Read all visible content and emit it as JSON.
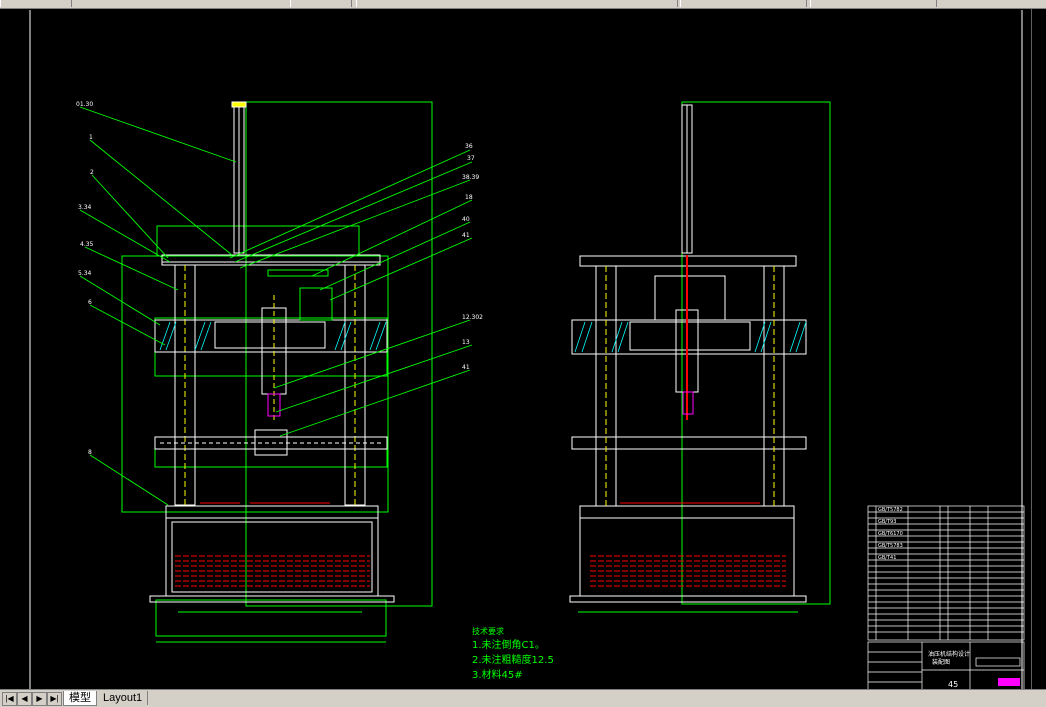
{
  "layout_tabs": {
    "model_label": "模型",
    "layout1_label": "Layout1"
  },
  "nav_buttons": [
    "first-arrow-icon",
    "prev-arrow-icon",
    "next-arrow-icon",
    "last-arrow-icon"
  ],
  "colors": {
    "background": "#000000",
    "green": "#00ff00",
    "white": "#ffffff",
    "cyan": "#00ffff",
    "red": "#ff0000",
    "magenta": "#ff00ff",
    "yellow": "#ffff00"
  },
  "drawing": {
    "callouts_left": [
      "01.30",
      "1",
      "2",
      "3.34",
      "4.35",
      "5.34",
      "6",
      "8"
    ],
    "callouts_right": [
      "36",
      "37",
      "38.39",
      "18",
      "40",
      "41",
      "12.302",
      "13",
      "41"
    ],
    "tech_notes_title": "技术要求",
    "tech_notes": [
      "1.未注倒角C1。",
      "2.未注粗糙度12.5",
      "3.材料45#"
    ],
    "title_block_name": "油压机结构设计",
    "title_block_sub": "装配图",
    "sheet_number": "45"
  }
}
